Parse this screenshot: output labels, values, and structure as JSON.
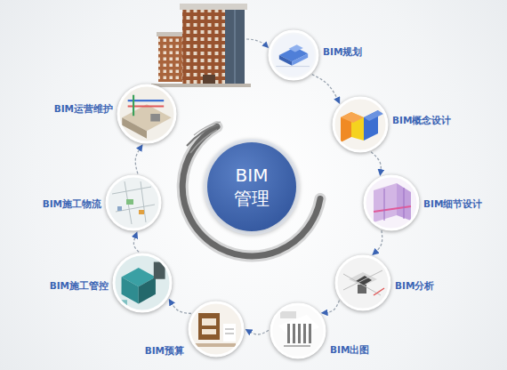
{
  "diagram": {
    "nodes": [
      {
        "text": [
          "BIM 管理"
        ]
      },
      {
        "text": [
          "BIM规划"
        ]
      },
      {
        "text": [
          "BIM概念设计"
        ]
      },
      {
        "text": [
          "BIM细节设计"
        ]
      },
      {
        "text": [
          "BIM分析"
        ]
      },
      {
        "text": [
          "BIM出图"
        ]
      },
      {
        "text": [
          "BIM预算"
        ]
      },
      {
        "text": [
          "BIM施工管控"
        ]
      },
      {
        "text": [
          "BIM施工物流"
        ]
      },
      {
        "text": [
          "BIM运营维护"
        ]
      }
    ],
    "edges": [
      {
        "from": 1,
        "to": 2,
        "arrow": "to"
      },
      {
        "from": 2,
        "to": 3,
        "arrow": "to"
      },
      {
        "from": 3,
        "to": 4,
        "arrow": "to"
      },
      {
        "from": 4,
        "to": 5,
        "arrow": "to"
      },
      {
        "from": 5,
        "to": 6,
        "arrow": "to"
      },
      {
        "from": 6,
        "to": 7,
        "arrow": "to"
      },
      {
        "from": 7,
        "to": 8,
        "arrow": "to"
      },
      {
        "from": 8,
        "to": 9,
        "arrow": "to"
      }
    ]
  }
}
